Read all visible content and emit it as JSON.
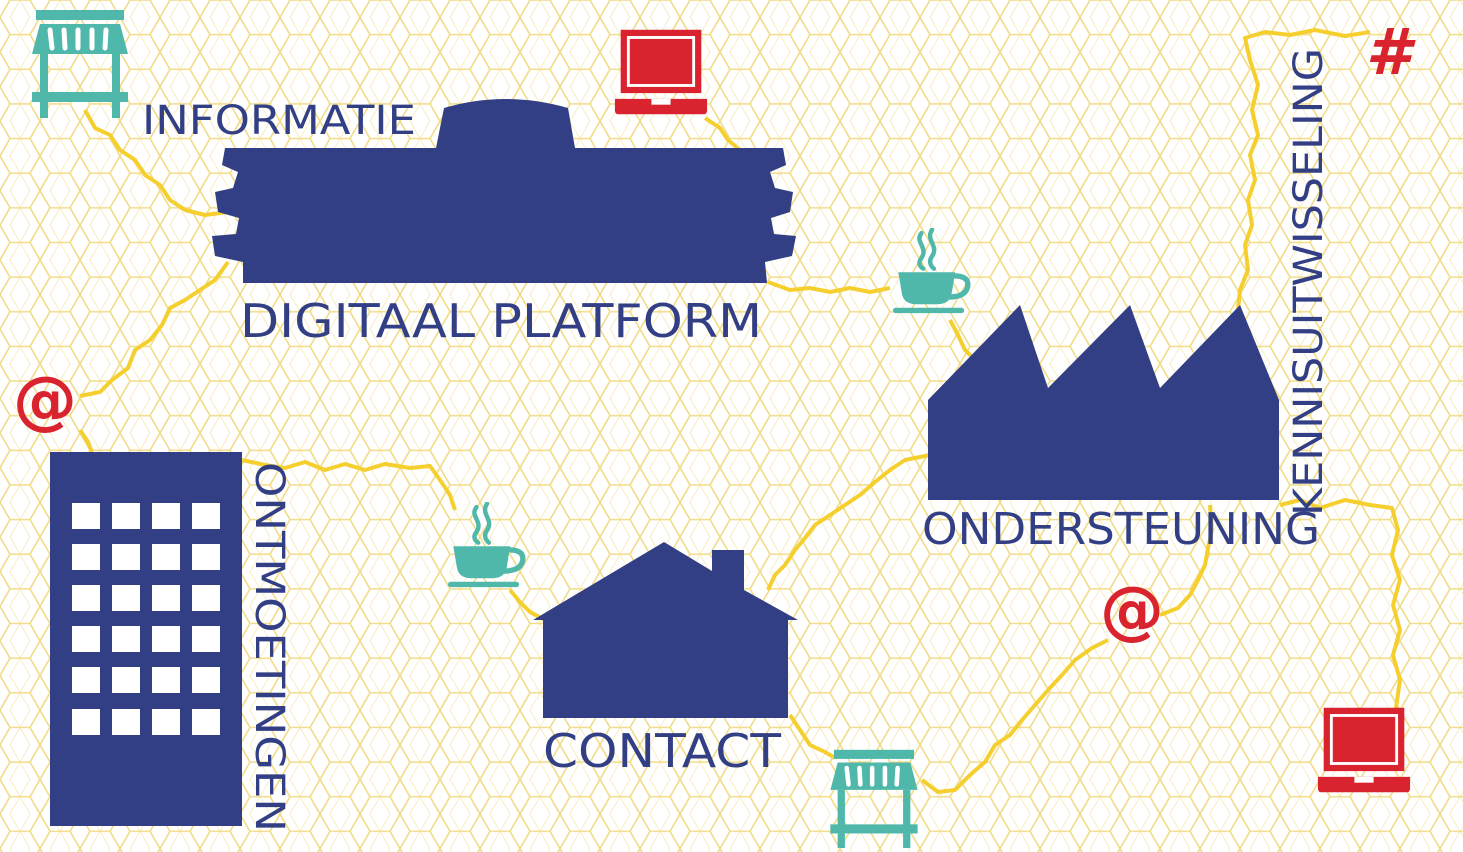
{
  "labels": {
    "informatie": "INFORMATIE",
    "digitaal_platform": "DIGITAAL PLATFORM",
    "ontmoetingen": "ONTMOETINGEN",
    "contact": "CONTACT",
    "ondersteuning": "ONDERSTEUNING",
    "kennisuitwisseling": "KENNISUITWISSELING"
  },
  "symbols": {
    "at_sign": "@",
    "hash_sign": "#"
  },
  "colors": {
    "navy": "#323f85",
    "path_yellow": "#f5cf2e",
    "grid_yellow": "#f1db86",
    "teal": "#4fb8ab",
    "red": "#d9232e",
    "background": "#ffffff"
  },
  "icons": [
    "market-stall-icon",
    "laptop-icon",
    "coffee-cup-icon",
    "at-sign-icon",
    "hash-sign-icon",
    "office-tower-icon",
    "house-icon",
    "factory-icon",
    "stadium-building-icon"
  ]
}
